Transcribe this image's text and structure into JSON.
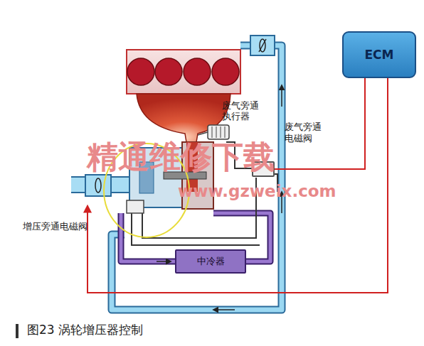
{
  "diagram": {
    "caption": "图23 涡轮增压器控制",
    "nodes": [
      {
        "text": [
          "ECM"
        ]
      },
      {
        "text": [
          "废气旁通 电磁阀"
        ]
      },
      {
        "text": [
          "中冷器"
        ]
      }
    ],
    "edges": [
      {
        "from": 1,
        "to": 0,
        "arrow": "none"
      }
    ],
    "labels": [
      "废气旁通 执行器",
      "增压旁通电磁阀",
      "精通维修下载",
      "www.gzweix.com"
    ]
  }
}
